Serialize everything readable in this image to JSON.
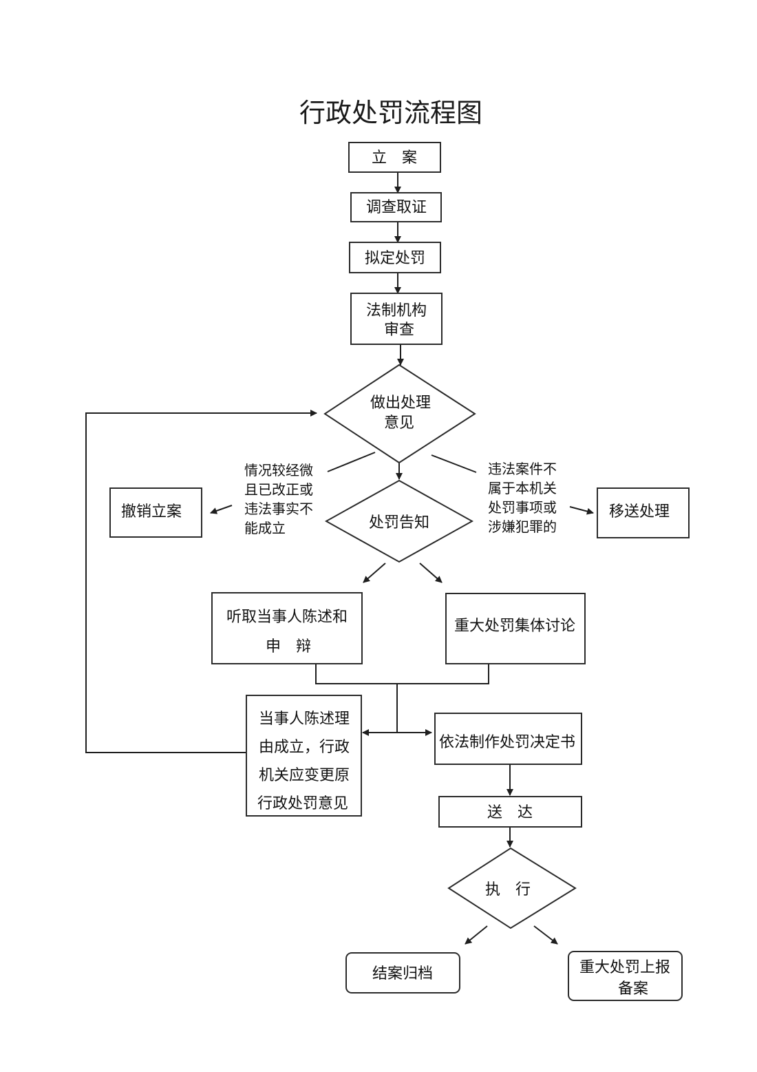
{
  "title": "行政处罚流程图",
  "nodes": {
    "lian": "立　案",
    "diaocha": "调查取证",
    "niding": "拟定处罚",
    "fazhi": [
      "法制机构",
      "审查"
    ],
    "zuochu": [
      "做出处理",
      "意见"
    ],
    "gaozhi": "处罚告知",
    "chexiao": "撤销立案",
    "yisong": "移送处理",
    "tingqu": [
      "听取当事人陈述和",
      "申　辩"
    ],
    "zhongda": "重大处罚集体讨论",
    "chenshu": [
      "当事人陈述理",
      "由成立，行政",
      "机关应变更原",
      "行政处罚意见"
    ],
    "zhizuo": "依法制作处罚决定书",
    "songda": "送　达",
    "zhixing": "执　行",
    "jiean": "结案归档",
    "shangbao": [
      "重大处罚上报",
      "备案"
    ]
  },
  "annotations": {
    "left": [
      "情况较经微",
      "且已改正或",
      "违法事实不",
      "能成立"
    ],
    "right": [
      "违法案件不",
      "属于本机关",
      "处罚事项或",
      "涉嫌犯罪的"
    ]
  }
}
